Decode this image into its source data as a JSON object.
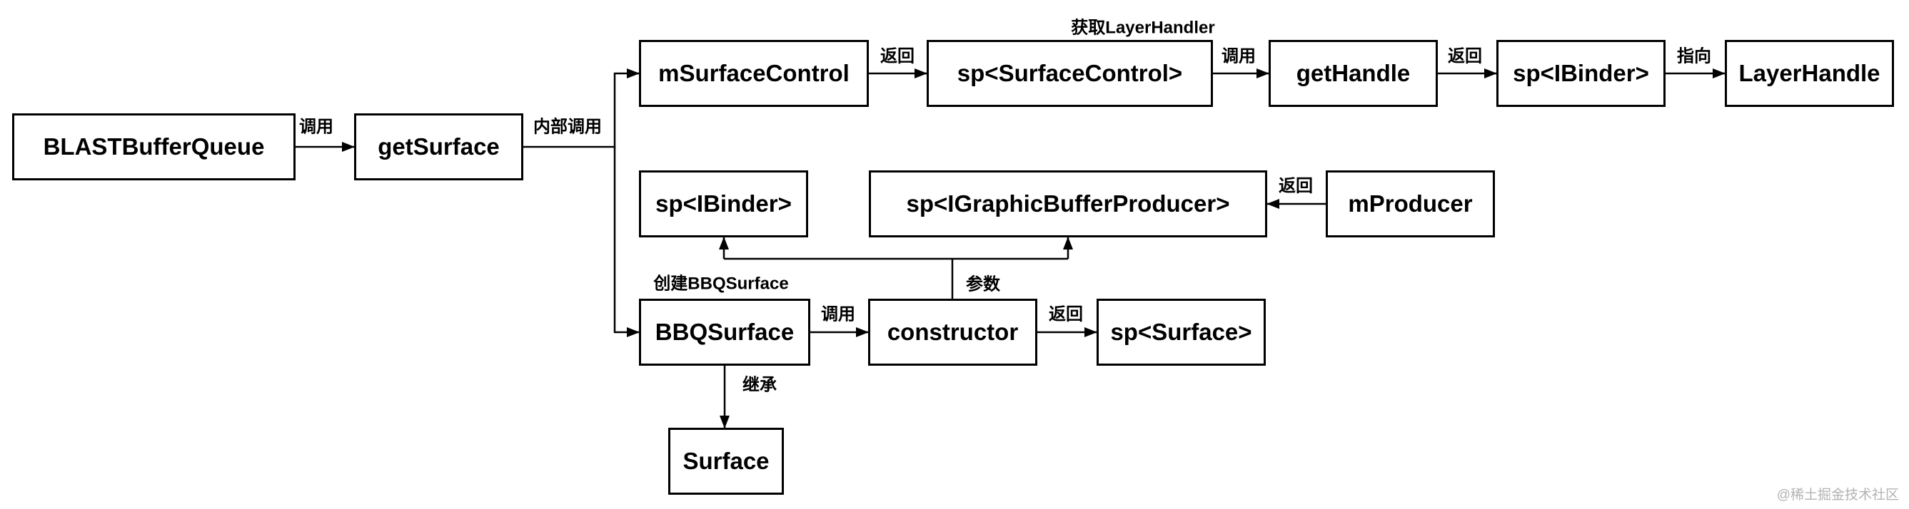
{
  "diagram": {
    "nodes": {
      "blast": "BLASTBufferQueue",
      "get_surface": "getSurface",
      "m_surface_control": "mSurfaceControl",
      "sp_surface_control": "sp<SurfaceControl>",
      "get_handle": "getHandle",
      "sp_ibinder_top": "sp<IBinder>",
      "layer_handle": "LayerHandle",
      "sp_ibinder_mid": "sp<IBinder>",
      "sp_igbp": "sp<IGraphicBufferProducer>",
      "m_producer": "mProducer",
      "bbq_surface": "BBQSurface",
      "ctor": "constructor",
      "sp_surface": "sp<Surface>",
      "surface": "Surface"
    },
    "edge_labels": {
      "call1": "调用",
      "internal_call": "内部调用",
      "return1": "返回",
      "get_layer_handler": "获取LayerHandler",
      "call2": "调用",
      "return2": "返回",
      "point_to": "指向",
      "return3": "返回",
      "create_bbqsurface": "创建BBQSurface",
      "call3": "调用",
      "param": "参数",
      "return4": "返回",
      "inherit": "继承"
    },
    "watermark": "@稀土掘金技术社区"
  }
}
